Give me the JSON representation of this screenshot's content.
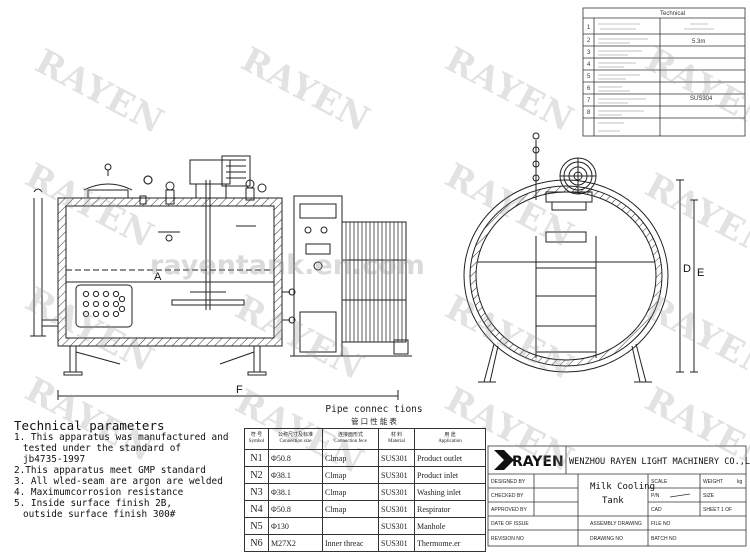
{
  "watermark": {
    "brand": "RAYEN",
    "url": "rayentank.en.com"
  },
  "dimensions": {
    "A": "A",
    "F": "F",
    "D": "D",
    "E": "E"
  },
  "tech": {
    "title": "Technical parameters",
    "lines": [
      "1. This apparatus was manufactured and",
      "tested under the standard of",
      "jb4735-1997",
      "2.This apparatus meet GMP standard",
      "3. All wled-seam are argon are welded",
      "4. Maximumcorrosion resistance",
      "5. Inside surface finish 2B,",
      "outside surface finish 300#"
    ]
  },
  "pipe_table": {
    "title": "Pipe connec tions",
    "subtitle": "管 口 性 能 表",
    "headers": [
      {
        "cn": "符 号",
        "en": "Symbol"
      },
      {
        "cn": "公称尺寸及标准",
        "en": "Connection size"
      },
      {
        "cn": "连接面形式",
        "en": "Connection fece"
      },
      {
        "cn": "材 料",
        "en": "Material"
      },
      {
        "cn": "用 途",
        "en": "Application"
      }
    ],
    "rows": [
      {
        "sym": "N1",
        "size": "Φ50.8",
        "face": "Clmap",
        "mat": "SUS301",
        "app": "Product outlet"
      },
      {
        "sym": "N2",
        "size": "Φ38.1",
        "face": "Clmap",
        "mat": "SUS301",
        "app": "Product inlet"
      },
      {
        "sym": "N3",
        "size": "Φ38.1",
        "face": "Clmap",
        "mat": "SUS301",
        "app": "Washing inlet"
      },
      {
        "sym": "N4",
        "size": "Φ50.8",
        "face": "Clmap",
        "mat": "SUS301",
        "app": "Respirator"
      },
      {
        "sym": "N5",
        "size": "Φ130",
        "face": "",
        "mat": "SUS301",
        "app": "Manhole"
      },
      {
        "sym": "N6",
        "size": "M27X2",
        "face": "Inner threac",
        "mat": "SUS301",
        "app": "Thermome.er"
      }
    ]
  },
  "title_block": {
    "brand": "RAYEN",
    "company": "WENZHOU RAYEN LIGHT MACHINERY CO.,LTD",
    "product": "Milk Cooling",
    "product2": "Tank",
    "designed_by": "DESIGNED BY",
    "checked_by": "CHECKED BY",
    "approved_by": "APPROVED BY",
    "date_of_issue": "DATE OF ISSUE",
    "revision_no": "REVISION NO",
    "scale": "SCALE",
    "weight": "WEIGHT",
    "weight_unit": "kg",
    "pn": "P/N",
    "size": "SIZE",
    "cad": "CAD",
    "sheet": "SHEET 1 OF",
    "assembly_drawing": "ASSEMBLY DRAWING",
    "drawing_no": "DRAWING NO",
    "file_no": "FILE NO",
    "batch_no": "BATCH NO"
  },
  "spec_table": {
    "header": "Technical",
    "rows": [
      "1",
      "2",
      "3",
      "4",
      "5",
      "6",
      "7",
      "8"
    ],
    "values": [
      "5.3m",
      "",
      "",
      "",
      "",
      "SUS304",
      "",
      ""
    ]
  }
}
